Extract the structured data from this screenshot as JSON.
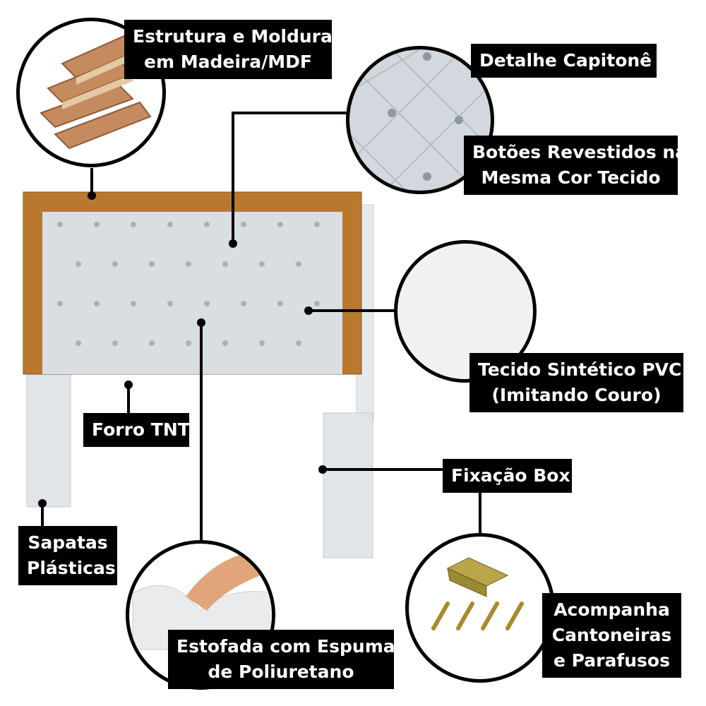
{
  "labels": {
    "estrutura": [
      "Estrutura e Moldura",
      "em Madeira/MDF"
    ],
    "capitone": [
      "Detalhe Capitonê"
    ],
    "botoes": [
      "Botões Revestidos na",
      "Mesma Cor Tecido"
    ],
    "tecido": [
      "Tecido Sintético PVC",
      "(Imitando Couro)"
    ],
    "forro": [
      "Forro TNT"
    ],
    "fixacao": [
      "Fixação Box"
    ],
    "sapatas": [
      "Sapatas",
      "Plásticas"
    ],
    "estofada": [
      "Estofada com Espuma",
      "de Poliuretano"
    ],
    "acompanha": [
      "Acompanha",
      "Cantoneiras",
      "e Parafusos"
    ]
  },
  "colors": {
    "label_bg": "#000000",
    "label_text": "#ffffff",
    "wood_frame": "#b8782e",
    "upholstery": "#d9dee3",
    "legs": "#e1e5e8"
  }
}
